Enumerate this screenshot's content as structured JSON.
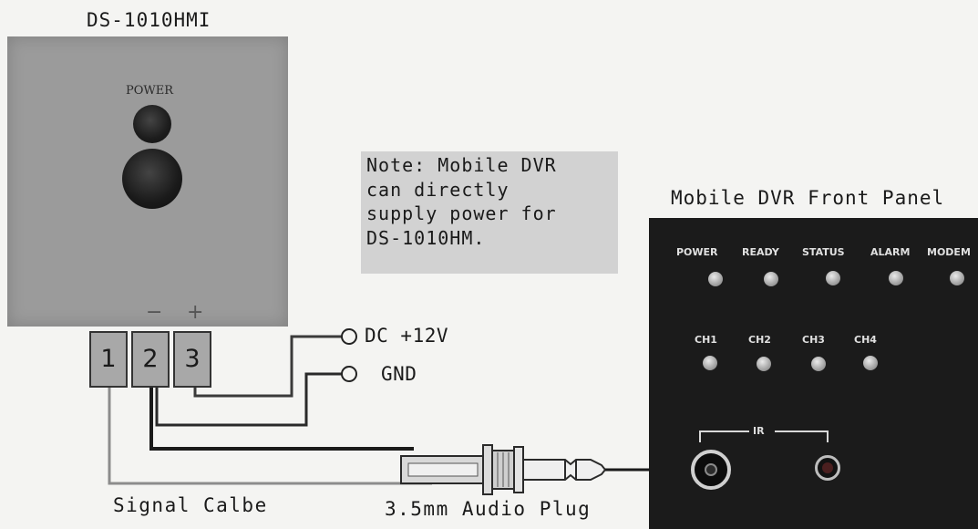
{
  "device": {
    "title": "DS-1010HMI",
    "power_label": "POWER",
    "terminals": [
      "1",
      "2",
      "3"
    ],
    "polarity": [
      "−",
      "+"
    ]
  },
  "note": {
    "lines": [
      "Note: Mobile DVR",
      "can directly",
      "supply power for",
      "DS-1010HM."
    ]
  },
  "connections": {
    "dc": "DC +12V",
    "gnd": "GND"
  },
  "labels": {
    "signal_cable": "Signal Calbe",
    "audio_plug": "3.5mm Audio Plug"
  },
  "dvr": {
    "title": "Mobile DVR Front Panel",
    "status_leds": [
      "POWER",
      "READY",
      "STATUS",
      "ALARM",
      "MODEM"
    ],
    "channel_leds": [
      "CH1",
      "CH2",
      "CH3",
      "CH4"
    ],
    "ir_label": "IR"
  }
}
